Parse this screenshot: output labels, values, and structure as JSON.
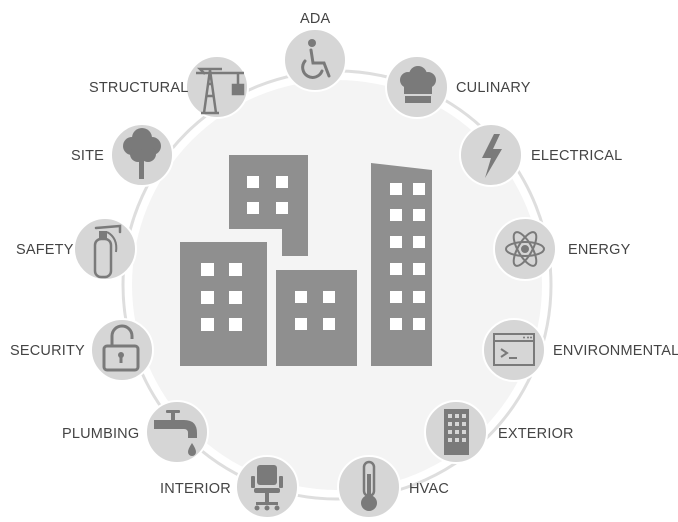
{
  "colors": {
    "ring": "#dedede",
    "inner_fill": "#f4f4f4",
    "badge_fill": "#d6d6d6",
    "badge_stroke": "#ffffff",
    "icon": "#7a7a7a",
    "buildings": "#8f8f8f",
    "windows": "#ffffff",
    "text": "#444444"
  },
  "center_graphic": {
    "icon": "office-buildings-icon"
  },
  "categories": [
    {
      "label": "ADA",
      "icon": "wheelchair-icon"
    },
    {
      "label": "CULINARY",
      "icon": "chef-hat-icon"
    },
    {
      "label": "ELECTRICAL",
      "icon": "lightning-bolt-icon"
    },
    {
      "label": "ENERGY",
      "icon": "atom-icon"
    },
    {
      "label": "ENVIRONMENTAL",
      "icon": "terminal-window-icon"
    },
    {
      "label": "EXTERIOR",
      "icon": "building-icon"
    },
    {
      "label": "HVAC",
      "icon": "thermometer-icon"
    },
    {
      "label": "INTERIOR",
      "icon": "office-chair-icon"
    },
    {
      "label": "PLUMBING",
      "icon": "faucet-icon"
    },
    {
      "label": "SECURITY",
      "icon": "open-padlock-icon"
    },
    {
      "label": "SAFETY",
      "icon": "fire-extinguisher-icon"
    },
    {
      "label": "SITE",
      "icon": "tree-icon"
    },
    {
      "label": "STRUCTURAL",
      "icon": "construction-crane-icon"
    }
  ]
}
